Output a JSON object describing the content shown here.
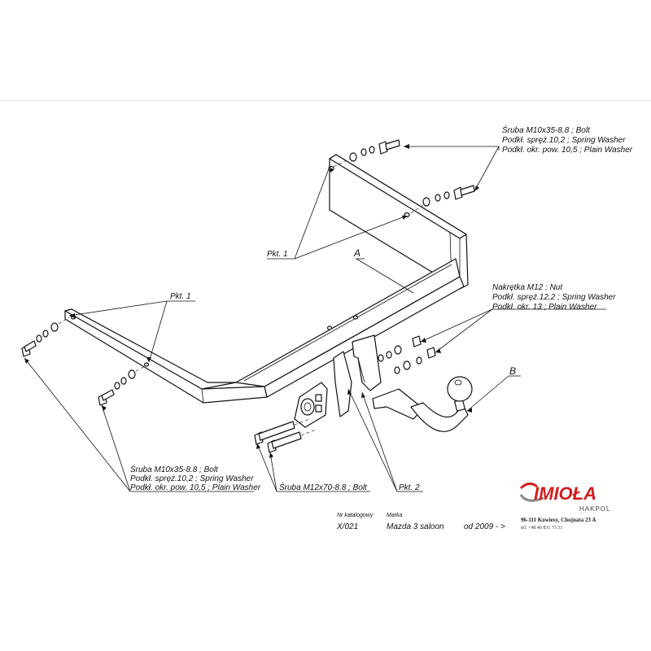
{
  "labels": {
    "bolt_top_right": [
      "Śruba M10x35-8.8 ;  Bolt",
      "Podkł. spręż.10,2 ; Spring Washer",
      "Podkł. okr. pow. 10,5 ; Plain Washer"
    ],
    "pkt1_top": "Pkt. 1",
    "pkt1_left": "Pkt. 1",
    "part_a": "A",
    "part_b": "B",
    "nut_set": [
      "Nakrętka  M12 ; Nut",
      "Podkł. spręż.12,2 ; Spring Washer",
      "Podkł. okr. 13 ; Plain Washer"
    ],
    "bolt_bottom_left": [
      "Śruba M10x35-8.8 ;  Bolt",
      "Podkł. spręż.10,2 ; Spring Washer",
      "Podkł. okr. pow. 10,5 ; Plain Washer"
    ],
    "bolt_m12": "Śruba M12x70-8.8 ;  Bolt",
    "pkt2": "Pkt. 2"
  },
  "catalog": {
    "nr_label": "Nr katalogowy",
    "nr_value": "X/021",
    "brand_label": "Marka",
    "model": "Mazda 3 saloon",
    "year": "od 2009 - >"
  },
  "company": {
    "logo": "IMIOŁA",
    "sub": "HAKPOL",
    "address": "96-111 Kowiesy, Chojnata 23 A",
    "phone": "tel. +48 46 831 73 31"
  }
}
